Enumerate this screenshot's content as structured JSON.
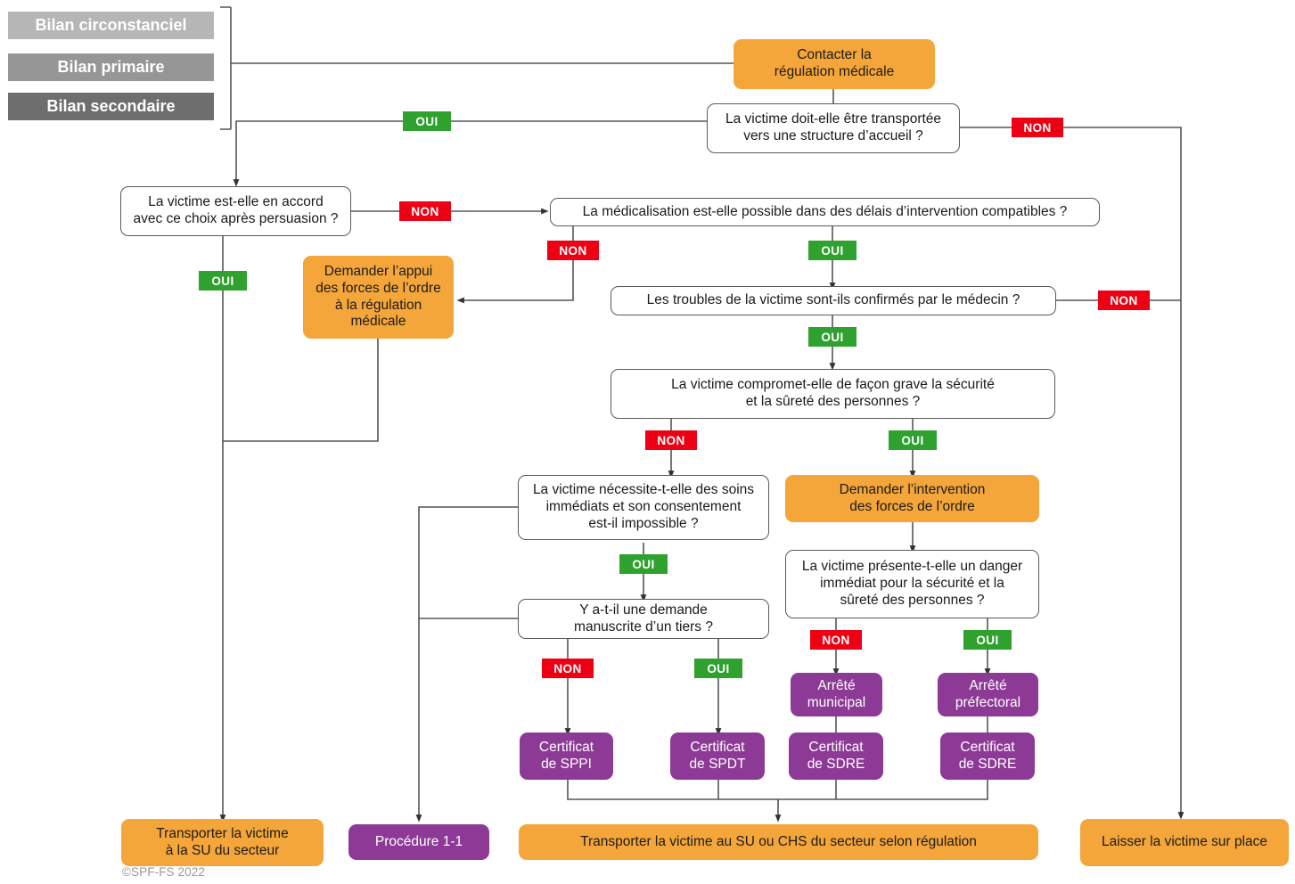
{
  "meta": {
    "copyright": "©SPF-FS 2022"
  },
  "legend": {
    "items": [
      {
        "label": "Bilan circonstanciel",
        "color": "#b6b6b6"
      },
      {
        "label": "Bilan primaire",
        "color": "#969696"
      },
      {
        "label": "Bilan secondaire",
        "color": "#6e6e6e"
      }
    ]
  },
  "colors": {
    "action": "#f4a63a",
    "outcome": "#8d3a96",
    "yes": "#2fa12f",
    "no": "#ed0013",
    "line": "#555555",
    "decision_border": "#5a5a5a"
  },
  "nodes": {
    "contacter_regulation": "Contacter la\nrégulation médicale",
    "transport_structure": "La victime doit-elle être transportée\nvers une structure d’accueil ?",
    "accord_persuasion": "La victime est-elle en accord\navec ce choix après persuasion ?",
    "medicalisation": "La médicalisation est-elle possible dans des délais d’intervention compatibles ?",
    "appui_forces": "Demander l’appui\ndes forces de l’ordre\nà la régulation\nmédicale",
    "troubles_confirmes": "Les troubles de la victime sont-ils confirmés par le médecin ?",
    "compromet_securite": "La victime compromet-elle de façon grave la sécurité\net la sûreté des personnes ?",
    "soins_immediats": "La victime nécessite-t-elle des soins\nimmédiats et son consentement\nest-il impossible ?",
    "intervention_forces": "Demander l’intervention\ndes forces de l’ordre",
    "demande_manuscrite": "Y a-t-il une demande\nmanuscrite d’un tiers ?",
    "danger_immediat": "La victime présente-t-elle un danger\nimmédiat pour la sécurité et la\nsûreté des personnes ?",
    "arrete_municipal": "Arrêté\nmunicipal",
    "arrete_prefectoral": "Arrêté\npréfectoral",
    "certificat_sppi": "Certificat\nde SPPI",
    "certificat_spdt": "Certificat\nde SPDT",
    "certificat_sdre_1": "Certificat\nde SDRE",
    "certificat_sdre_2": "Certificat\nde SDRE",
    "transporter_su_secteur": "Transporter la victime\nà la SU du secteur",
    "procedure_1_1": "Procédure 1-1",
    "transporter_su_chs": "Transporter la victime au SU ou CHS du secteur selon régulation",
    "laisser_sur_place": "Laisser la victime sur place"
  },
  "edge_labels": {
    "transport_oui": "OUI",
    "transport_non": "NON",
    "accord_non": "NON",
    "accord_oui": "OUI",
    "medicalisation_non": "NON",
    "medicalisation_oui": "OUI",
    "troubles_oui": "OUI",
    "troubles_non": "NON",
    "compromet_non": "NON",
    "compromet_oui": "OUI",
    "soins_oui": "OUI",
    "manuscrite_non": "NON",
    "manuscrite_oui": "OUI",
    "danger_non": "NON",
    "danger_oui": "OUI"
  }
}
